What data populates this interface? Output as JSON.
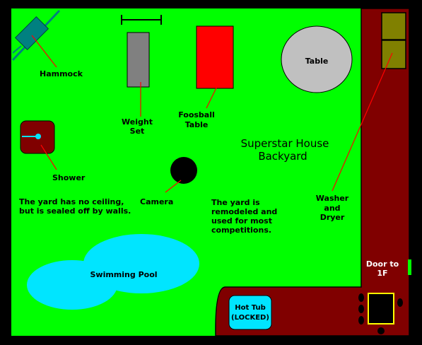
{
  "title": {
    "line1": "Superstar House",
    "line2": "Backyard"
  },
  "labels": {
    "hammock": "Hammock",
    "weight_set": [
      "Weight",
      "Set"
    ],
    "foosball": [
      "Foosball",
      "Table"
    ],
    "table": "Table",
    "shower": "Shower",
    "camera": "Camera",
    "washer": [
      "Washer",
      "and",
      "Dryer"
    ],
    "door": [
      "Door to",
      "1F"
    ],
    "pool": "Swimming Pool",
    "hot_tub": [
      "Hot Tub",
      "(LOCKED)"
    ]
  },
  "notes": {
    "ceiling": [
      "The yard has no ceiling,",
      "but is sealed off by walls."
    ],
    "remodeled": [
      "The yard is",
      "remodeled and",
      "used for most",
      "competitions."
    ]
  },
  "colors": {
    "grass": "#00ff00",
    "wall": "#800000",
    "pool": "#00e5ff",
    "foosball": "#ff0000",
    "weights": "#808080",
    "table": "#c0c0c0",
    "appliance": "#808000",
    "hammock": "#008080",
    "leader": "#ff0000",
    "door": "#00ff00"
  }
}
